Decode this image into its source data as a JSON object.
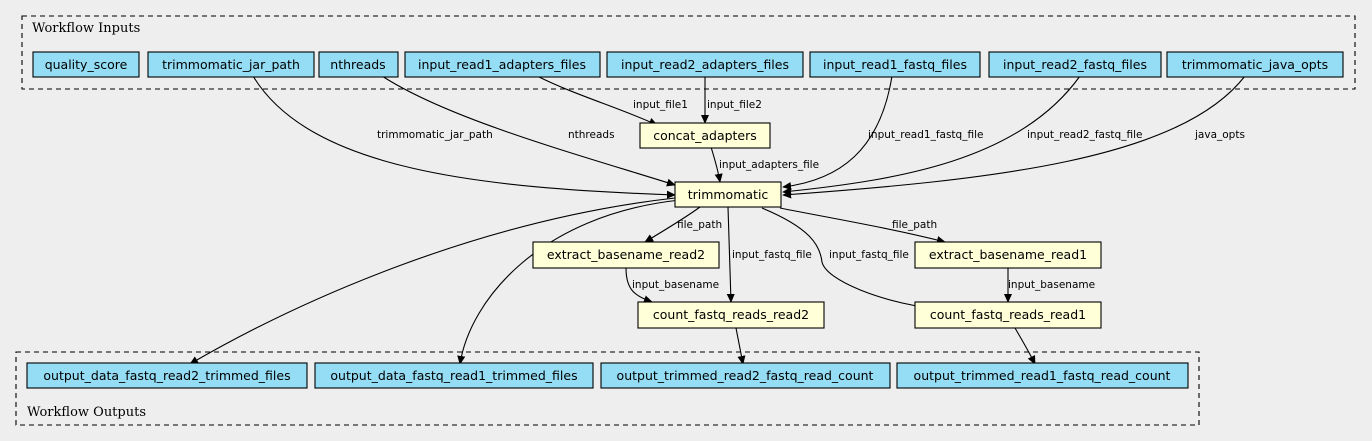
{
  "clusters": {
    "inputs_label": "Workflow Inputs",
    "outputs_label": "Workflow Outputs"
  },
  "colors": {
    "background": "#eeeeee",
    "io_node_fill": "#94ddf4",
    "step_node_fill": "#ffffd8"
  },
  "nodes": {
    "quality_score": "quality_score",
    "trimmomatic_jar_path": "trimmomatic_jar_path",
    "nthreads": "nthreads",
    "input_read1_adapters_files": "input_read1_adapters_files",
    "input_read2_adapters_files": "input_read2_adapters_files",
    "input_read1_fastq_files": "input_read1_fastq_files",
    "input_read2_fastq_files": "input_read2_fastq_files",
    "trimmomatic_java_opts": "trimmomatic_java_opts",
    "concat_adapters": "concat_adapters",
    "trimmomatic": "trimmomatic",
    "extract_basename_read2": "extract_basename_read2",
    "extract_basename_read1": "extract_basename_read1",
    "count_fastq_reads_read2": "count_fastq_reads_read2",
    "count_fastq_reads_read1": "count_fastq_reads_read1",
    "output_data_fastq_read2_trimmed_files": "output_data_fastq_read2_trimmed_files",
    "output_data_fastq_read1_trimmed_files": "output_data_fastq_read1_trimmed_files",
    "output_trimmed_read2_fastq_read_count": "output_trimmed_read2_fastq_read_count",
    "output_trimmed_read1_fastq_read_count": "output_trimmed_read1_fastq_read_count"
  },
  "edges": {
    "input_file1": "input_file1",
    "input_file2": "input_file2",
    "trimmomatic_jar_path": "trimmomatic_jar_path",
    "nthreads": "nthreads",
    "input_adapters_file": "input_adapters_file",
    "input_read1_fastq_file": "input_read1_fastq_file",
    "input_read2_fastq_file": "input_read2_fastq_file",
    "java_opts": "java_opts",
    "file_path_read2": "file_path",
    "file_path_read1": "file_path",
    "input_fastq_file_read2": "input_fastq_file",
    "input_fastq_file_read1": "input_fastq_file",
    "input_basename_read2": "input_basename",
    "input_basename_read1": "input_basename"
  }
}
